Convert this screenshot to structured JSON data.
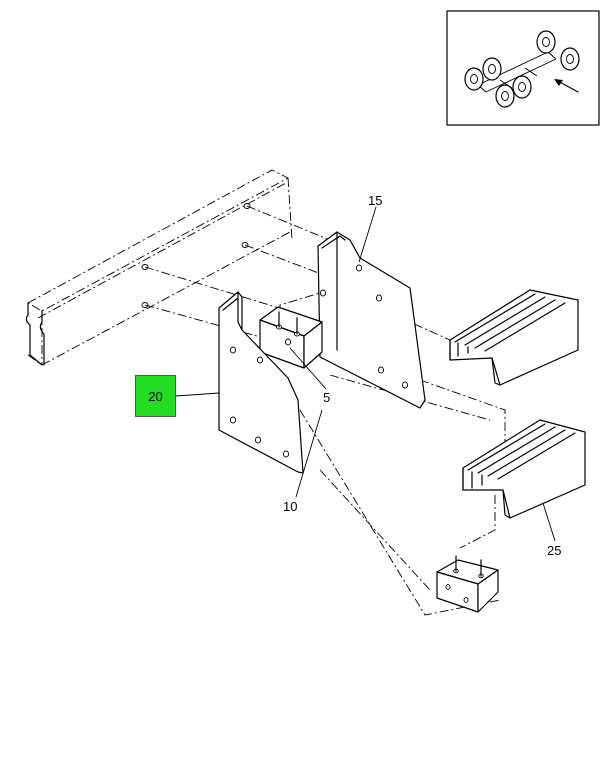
{
  "callouts": {
    "c15": "15",
    "c5": "5",
    "c20": "20",
    "c10": "10",
    "c25": "25"
  },
  "highlight": {
    "label": "20",
    "color": "#22dd22"
  },
  "inset": {
    "icon": "truck-chassis-locator-icon"
  }
}
